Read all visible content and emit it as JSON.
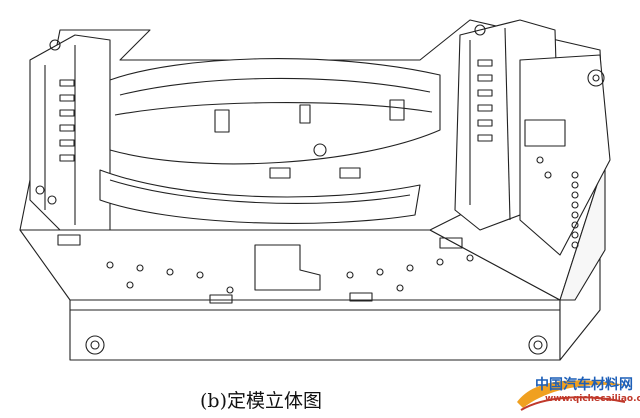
{
  "caption": "(b)定模立体图",
  "watermark": {
    "title": "中国汽车材料网",
    "url": "www.qichecailiao.com",
    "title_color": "#1d5fb8",
    "url_color": "#c0392b"
  },
  "drawing": {
    "subject": "fixed-mold-isometric-line-drawing",
    "line_color": "#222222"
  }
}
